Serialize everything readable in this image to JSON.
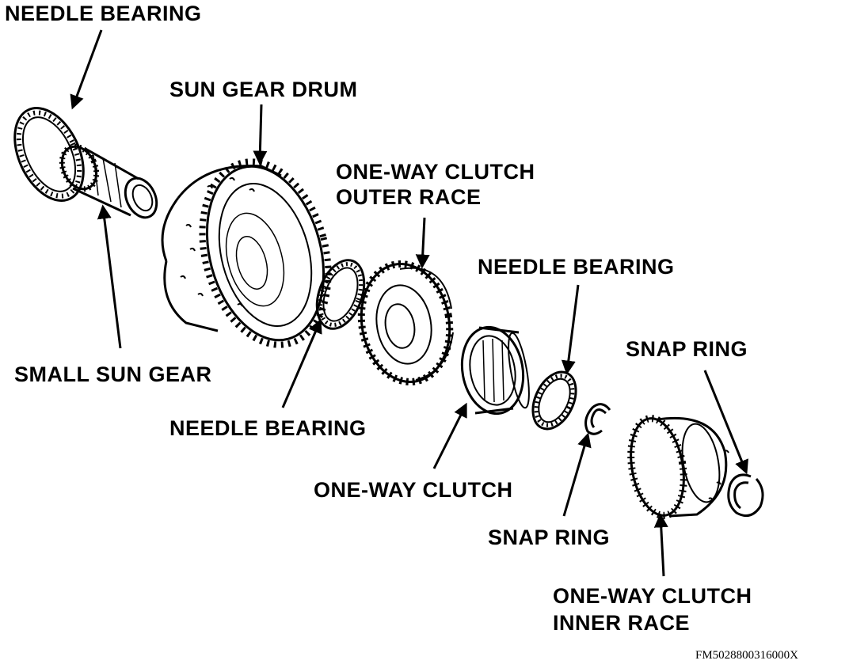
{
  "labels": {
    "needle_bearing_top": "NEEDLE BEARING",
    "sun_gear_drum": "SUN GEAR DRUM",
    "one_way_clutch_outer_race_1": "ONE-WAY CLUTCH",
    "one_way_clutch_outer_race_2": "OUTER RACE",
    "needle_bearing_right": "NEEDLE BEARING",
    "snap_ring_right": "SNAP RING",
    "small_sun_gear": "SMALL SUN GEAR",
    "needle_bearing_bottom": "NEEDLE BEARING",
    "one_way_clutch": "ONE-WAY CLUTCH",
    "snap_ring_bottom": "SNAP RING",
    "one_way_clutch_inner_race_1": "ONE-WAY CLUTCH",
    "one_way_clutch_inner_race_2": "INNER RACE"
  },
  "figure_id": "FM5028800316000X",
  "colors": {
    "ink": "#000000",
    "paper": "#ffffff"
  }
}
